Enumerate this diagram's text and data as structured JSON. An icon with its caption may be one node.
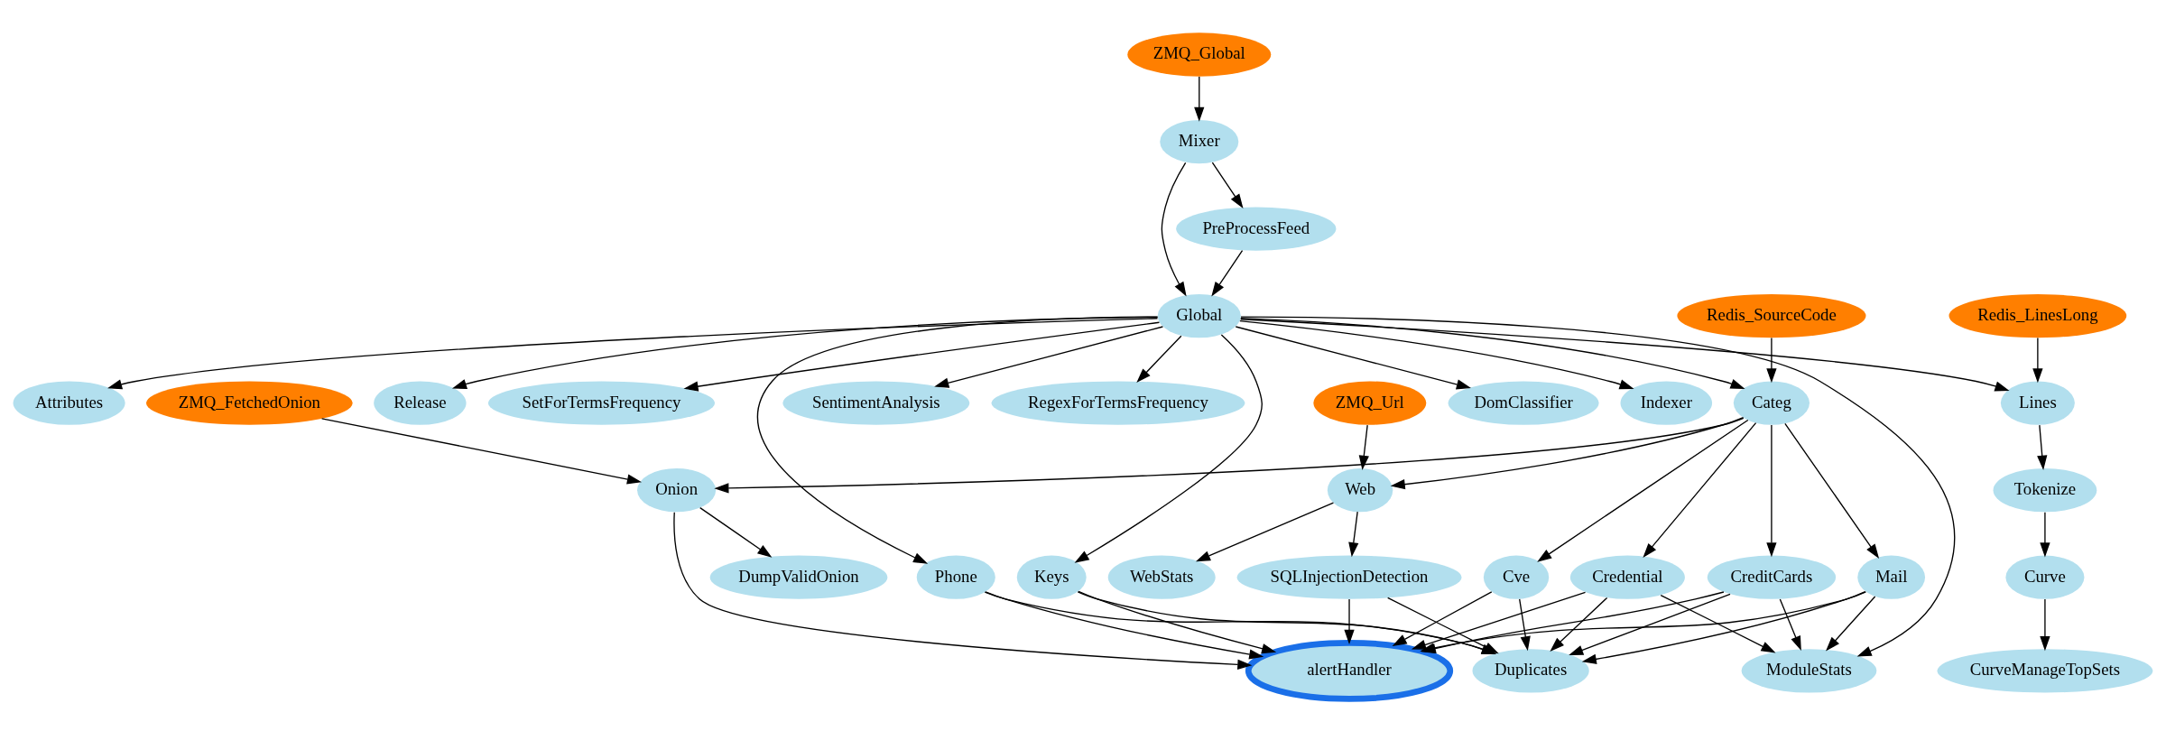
{
  "diagram": {
    "nodes": [
      {
        "text": [
          "ZMQ_Global"
        ]
      },
      {
        "text": [
          "Mixer"
        ]
      },
      {
        "text": [
          "PreProcessFeed"
        ]
      },
      {
        "text": [
          "Global"
        ]
      },
      {
        "text": [
          "Redis_SourceCode"
        ]
      },
      {
        "text": [
          "Redis_LinesLong"
        ]
      },
      {
        "text": [
          "ZMQ_FetchedOnion"
        ]
      },
      {
        "text": [
          "Attributes"
        ]
      },
      {
        "text": [
          "Release"
        ]
      },
      {
        "text": [
          "SetForTermsFrequency"
        ]
      },
      {
        "text": [
          "SentimentAnalysis"
        ]
      },
      {
        "text": [
          "RegexForTermsFrequency"
        ]
      },
      {
        "text": [
          "ZMQ_Url"
        ]
      },
      {
        "text": [
          "DomClassifier"
        ]
      },
      {
        "text": [
          "Indexer"
        ]
      },
      {
        "text": [
          "Categ"
        ]
      },
      {
        "text": [
          "Lines"
        ]
      },
      {
        "text": [
          "Onion"
        ]
      },
      {
        "text": [
          "Web"
        ]
      },
      {
        "text": [
          "Tokenize"
        ]
      },
      {
        "text": [
          "DumpValidOnion"
        ]
      },
      {
        "text": [
          "Phone"
        ]
      },
      {
        "text": [
          "Keys"
        ]
      },
      {
        "text": [
          "SQLInjectionDetection"
        ]
      },
      {
        "text": [
          "WebStats"
        ]
      },
      {
        "text": [
          "Cve"
        ]
      },
      {
        "text": [
          "Credential"
        ]
      },
      {
        "text": [
          "CreditCards"
        ]
      },
      {
        "text": [
          "Mail"
        ]
      },
      {
        "text": [
          "Curve"
        ]
      },
      {
        "text": [
          "alertHandler"
        ]
      },
      {
        "text": [
          "Duplicates"
        ]
      },
      {
        "text": [
          "ModuleStats"
        ]
      },
      {
        "text": [
          "CurveManageTopSets"
        ]
      }
    ],
    "edges": [
      {
        "from": 0,
        "to": 1,
        "arrow": "to"
      },
      {
        "from": 1,
        "to": 2,
        "arrow": "to"
      },
      {
        "from": 1,
        "to": 3,
        "arrow": "to"
      },
      {
        "from": 2,
        "to": 3,
        "arrow": "to"
      },
      {
        "from": 3,
        "to": 7,
        "arrow": "to"
      },
      {
        "from": 3,
        "to": 8,
        "arrow": "to"
      },
      {
        "from": 3,
        "to": 9,
        "arrow": "to"
      },
      {
        "from": 3,
        "to": 10,
        "arrow": "to"
      },
      {
        "from": 3,
        "to": 11,
        "arrow": "to"
      },
      {
        "from": 3,
        "to": 13,
        "arrow": "to"
      },
      {
        "from": 3,
        "to": 14,
        "arrow": "to"
      },
      {
        "from": 3,
        "to": 15,
        "arrow": "to"
      },
      {
        "from": 3,
        "to": 16,
        "arrow": "to"
      },
      {
        "from": 3,
        "to": 21,
        "arrow": "to"
      },
      {
        "from": 3,
        "to": 22,
        "arrow": "to"
      },
      {
        "from": 3,
        "to": 32,
        "arrow": "to"
      },
      {
        "from": 4,
        "to": 15,
        "arrow": "to"
      },
      {
        "from": 5,
        "to": 16,
        "arrow": "to"
      },
      {
        "from": 6,
        "to": 17,
        "arrow": "to"
      },
      {
        "from": 12,
        "to": 18,
        "arrow": "to"
      },
      {
        "from": 15,
        "to": 17,
        "arrow": "to"
      },
      {
        "from": 15,
        "to": 18,
        "arrow": "to"
      },
      {
        "from": 15,
        "to": 25,
        "arrow": "to"
      },
      {
        "from": 15,
        "to": 26,
        "arrow": "to"
      },
      {
        "from": 15,
        "to": 27,
        "arrow": "to"
      },
      {
        "from": 15,
        "to": 28,
        "arrow": "to"
      },
      {
        "from": 16,
        "to": 19,
        "arrow": "to"
      },
      {
        "from": 19,
        "to": 29,
        "arrow": "to"
      },
      {
        "from": 29,
        "to": 33,
        "arrow": "to"
      },
      {
        "from": 17,
        "to": 20,
        "arrow": "to"
      },
      {
        "from": 17,
        "to": 30,
        "arrow": "to"
      },
      {
        "from": 18,
        "to": 23,
        "arrow": "to"
      },
      {
        "from": 18,
        "to": 24,
        "arrow": "to"
      },
      {
        "from": 21,
        "to": 30,
        "arrow": "to"
      },
      {
        "from": 21,
        "to": 31,
        "arrow": "to"
      },
      {
        "from": 22,
        "to": 30,
        "arrow": "to"
      },
      {
        "from": 22,
        "to": 31,
        "arrow": "to"
      },
      {
        "from": 23,
        "to": 30,
        "arrow": "to"
      },
      {
        "from": 23,
        "to": 31,
        "arrow": "to"
      },
      {
        "from": 25,
        "to": 30,
        "arrow": "to"
      },
      {
        "from": 25,
        "to": 31,
        "arrow": "to"
      },
      {
        "from": 26,
        "to": 30,
        "arrow": "to"
      },
      {
        "from": 26,
        "to": 31,
        "arrow": "to"
      },
      {
        "from": 26,
        "to": 32,
        "arrow": "to"
      },
      {
        "from": 27,
        "to": 30,
        "arrow": "to"
      },
      {
        "from": 27,
        "to": 31,
        "arrow": "to"
      },
      {
        "from": 27,
        "to": 32,
        "arrow": "to"
      },
      {
        "from": 28,
        "to": 30,
        "arrow": "to"
      },
      {
        "from": 28,
        "to": 31,
        "arrow": "to"
      },
      {
        "from": 28,
        "to": 32,
        "arrow": "to"
      }
    ]
  }
}
